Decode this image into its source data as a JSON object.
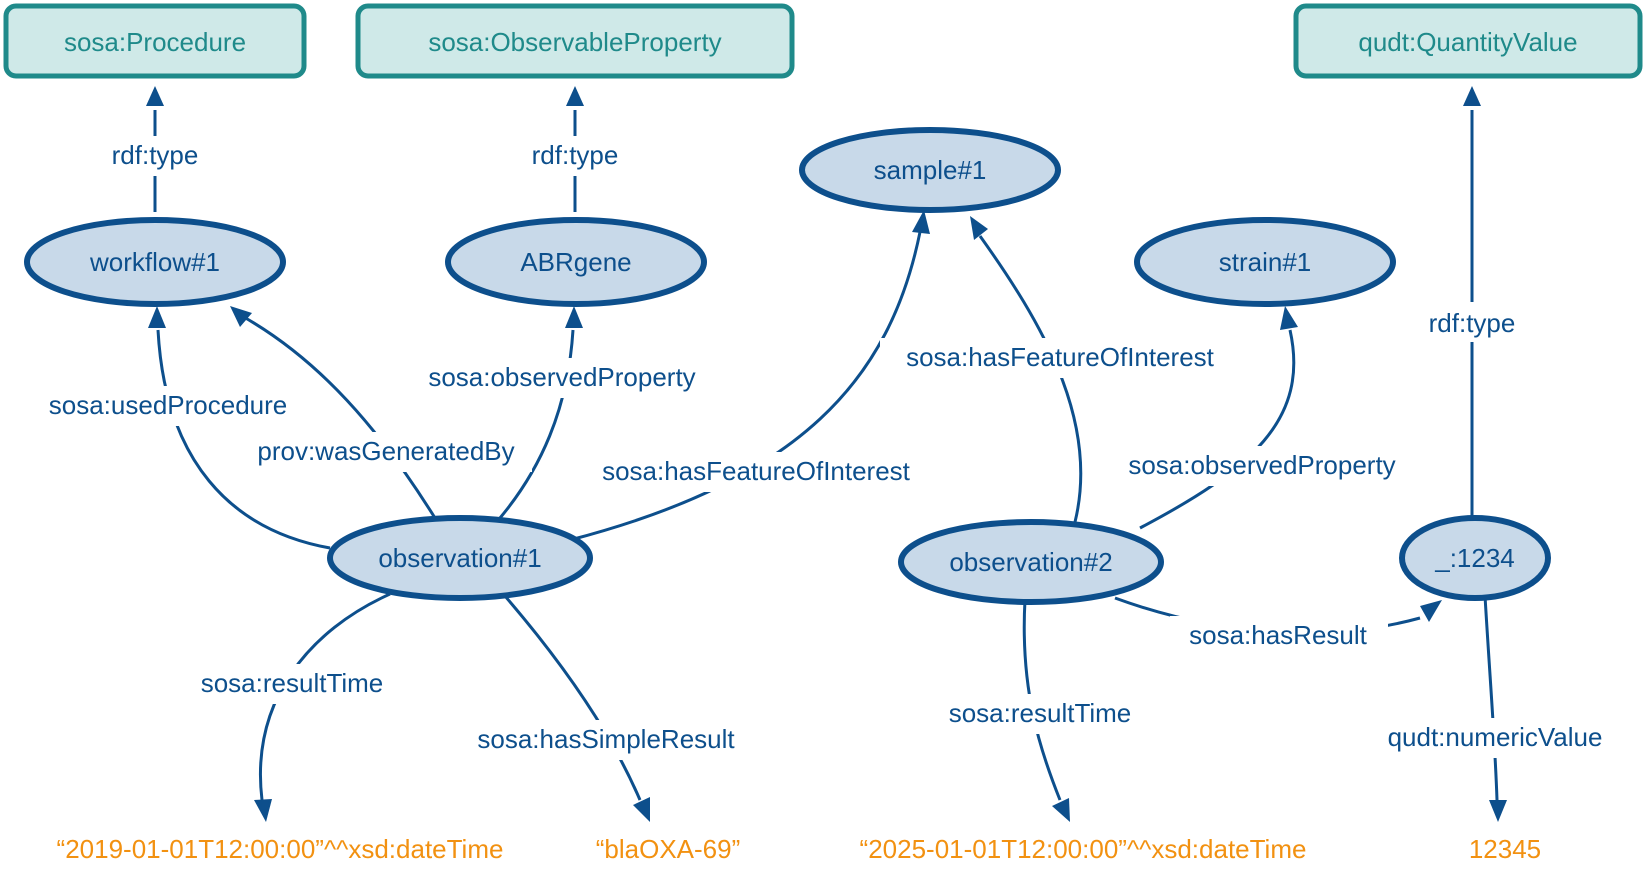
{
  "classes": {
    "procedure": "sosa:Procedure",
    "observable_property": "sosa:ObservableProperty",
    "quantity_value": "qudt:QuantityValue"
  },
  "nodes": {
    "sample": "sample#1",
    "workflow": "workflow#1",
    "abrgene": "ABRgene",
    "strain": "strain#1",
    "observation1": "observation#1",
    "observation2": "observation#2",
    "blank": "_:1234"
  },
  "edges": {
    "rdf_type_1": "rdf:type",
    "rdf_type_2": "rdf:type",
    "rdf_type_3": "rdf:type",
    "used_procedure": "sosa:usedProcedure",
    "was_generated_by": "prov:wasGeneratedBy",
    "observed_property_1": "sosa:observedProperty",
    "has_foi_1": "sosa:hasFeatureOfInterest",
    "has_foi_2": "sosa:hasFeatureOfInterest",
    "observed_property_2": "sosa:observedProperty",
    "result_time_1": "sosa:resultTime",
    "has_simple_result": "sosa:hasSimpleResult",
    "result_time_2": "sosa:resultTime",
    "has_result": "sosa:hasResult",
    "numeric_value": "qudt:numericValue"
  },
  "literals": {
    "time1": "“2019-01-01T12:00:00”^^xsd:dateTime",
    "simple_result": "“blaOXA-69”",
    "time2": "“2025-01-01T12:00:00”^^xsd:dateTime",
    "numeric": "12345"
  },
  "colors": {
    "class_fill": "#cfe9e8",
    "class_stroke": "#1f8a8a",
    "node_fill": "#c8d9e9",
    "node_stroke": "#0d4f8c",
    "literal": "#f29111"
  }
}
